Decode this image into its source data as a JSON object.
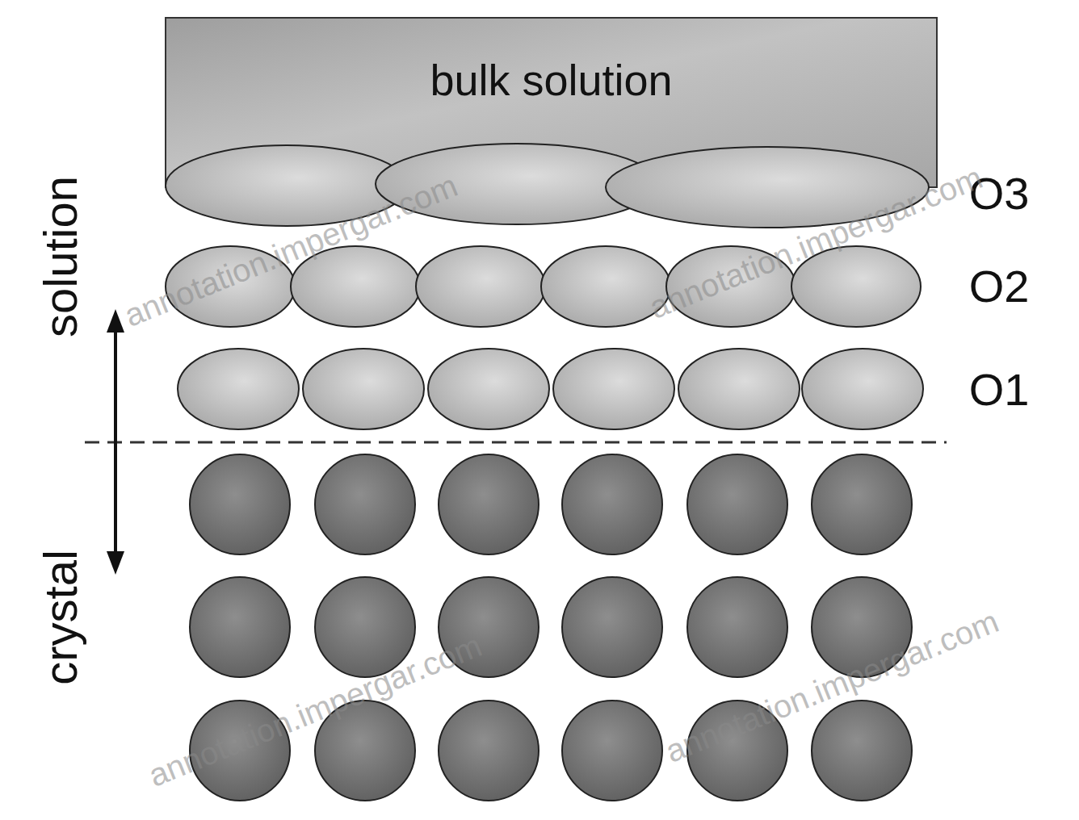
{
  "diagram": {
    "nodes": [
      {
        "text": [
          "bulk solution"
        ]
      }
    ],
    "labels": [
      "solution",
      "crystal",
      "O3",
      "O2",
      "O1",
      "annotation.impergar.com",
      "annotation.impergar.com",
      "annotation.impergar.com",
      "annotation.impergar.com"
    ]
  }
}
